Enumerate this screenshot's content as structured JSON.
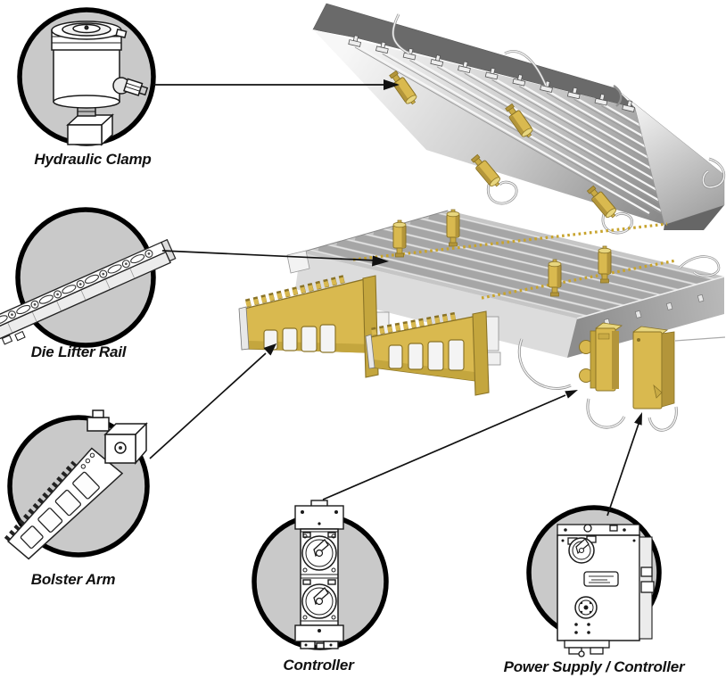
{
  "diagram": {
    "description": "Quick die change system exploded diagram",
    "callouts": [
      {
        "id": "hydraulic-clamp",
        "label": "Hydraulic Clamp"
      },
      {
        "id": "die-lifter-rail",
        "label": "Die Lifter Rail"
      },
      {
        "id": "bolster-arm",
        "label": "Bolster Arm"
      },
      {
        "id": "controller",
        "label": "Controller"
      },
      {
        "id": "power-supply-controller",
        "label": "Power Supply / Controller"
      }
    ],
    "colors": {
      "accent_yellow": "#d9b94f",
      "accent_yellow_dark": "#8a7326",
      "callout_fill": "#c9c9c9",
      "line": "#111111",
      "platen_gray": "#6a6a6a"
    }
  }
}
